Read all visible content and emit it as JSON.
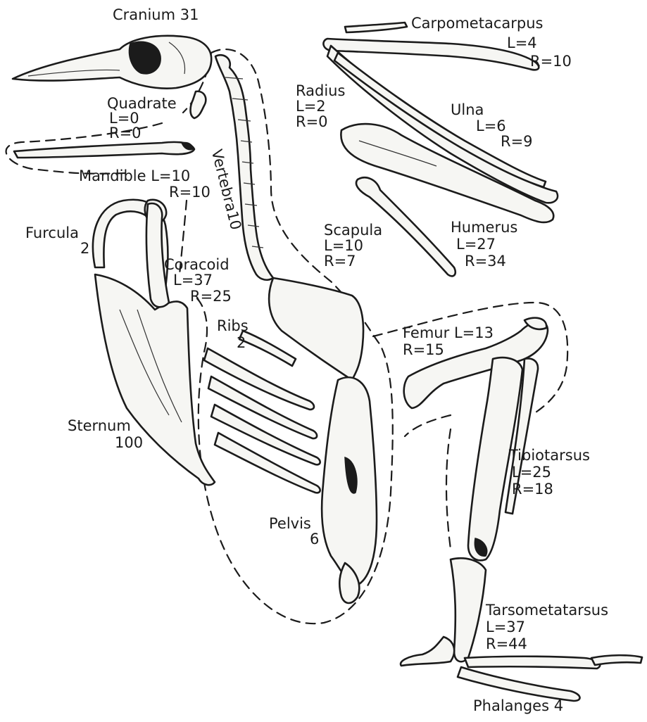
{
  "figure": {
    "labels": {
      "cranium": {
        "name": "Cranium",
        "value": "31"
      },
      "quadrate": {
        "name": "Quadrate",
        "left": "L=0",
        "right": "R=0"
      },
      "mandible": {
        "name": "Mandible",
        "left": "L=10",
        "right": "R=10"
      },
      "furcula": {
        "name": "Furcula",
        "value": "2"
      },
      "coracoid": {
        "name": "Coracoid",
        "left": "L=37",
        "right": "R=25"
      },
      "sternum": {
        "name": "Sternum",
        "value": "100"
      },
      "vertebra": {
        "name": "Vertebra",
        "value": "10"
      },
      "ribs": {
        "name": "Ribs",
        "value": "2"
      },
      "pelvis": {
        "name": "Pelvis",
        "value": "6"
      },
      "radius": {
        "name": "Radius",
        "left": "L=2",
        "right": "R=0"
      },
      "carpometacarpus": {
        "name": "Carpometacarpus",
        "left": "L=4",
        "right": "R=10"
      },
      "ulna": {
        "name": "Ulna",
        "left": "L=6",
        "right": "R=9"
      },
      "scapula": {
        "name": "Scapula",
        "left": "L=10",
        "right": "R=7"
      },
      "humerus": {
        "name": "Humerus",
        "left": "L=27",
        "right": "R=34"
      },
      "femur": {
        "name": "Femur",
        "left": "L=13",
        "right": "R=15"
      },
      "tibiotarsus": {
        "name": "Tibiotarsus",
        "left": "L=25",
        "right": "R=18"
      },
      "tarsometatarsus": {
        "name": "Tarsometatarsus",
        "left": "L=37",
        "right": "R=44"
      },
      "phalanges": {
        "name": "Phalanges",
        "value": "4"
      }
    }
  }
}
